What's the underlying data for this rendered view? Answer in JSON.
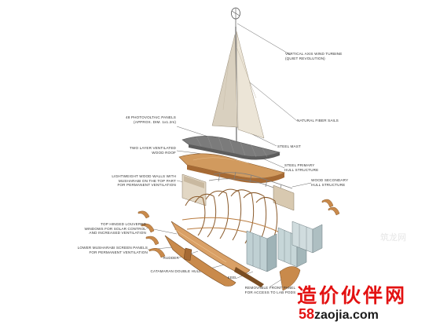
{
  "labels": {
    "wind_turbine": [
      "VERTICAL AXIS WIND TURBINE",
      "(QUIET REVOLUTION)"
    ],
    "fiber_sails": [
      "NATURAL FIBER SAILS"
    ],
    "pv_panels": [
      "48 PHOTOVOLTAIC PANELS",
      "(APPROX. DIM. 1x1.2m)"
    ],
    "steel_mast": [
      "STEEL MAST"
    ],
    "wood_roof": [
      "TWO LAYER VENTILATED",
      "WOOD ROOF"
    ],
    "steel_hull": [
      "STEEL PRIMARY",
      "HULL STRUCTURE"
    ],
    "wood_walls": [
      "LIGHTWEIGHT WOOD WALLS WITH",
      "MUSHARABI ON THE TOP PART",
      "FOR PERMANENT VENTILATION"
    ],
    "wood_hull": [
      "WOOD SECONDARY",
      "HULL STRUCTURE"
    ],
    "louvered_windows": [
      "TOP HINGED LOUVERED",
      "WINDOWS FOR SOLAR CONTROL",
      "AND INCREASED VENTILATION"
    ],
    "musharabi_panels": [
      "LOWER MUSHARABI SCREEN PANELS",
      "FOR PERMANENT VENTILATION"
    ],
    "rudder": [
      "RUDDER"
    ],
    "catamaran_hull": [
      "CATAMARAN DOUBLE HULL"
    ],
    "keel": [
      "KEEL"
    ],
    "front_panel": [
      "REMOVABLE FRONT PANEL",
      "FOR ACCESS TO LAB PODS"
    ]
  },
  "watermark": {
    "cn_text": "造价伙伴网",
    "url_num": "58",
    "url_rest": "zaojia.com",
    "logo_text": "筑龙网"
  },
  "colors": {
    "wood": "#c98a4b",
    "wood_dark": "#8a5a2b",
    "steel": "#9a9a9a",
    "sail": "#e7e0d2",
    "glass": "#b9ccd0",
    "line": "#555555",
    "watermark_red": "#e31212"
  }
}
